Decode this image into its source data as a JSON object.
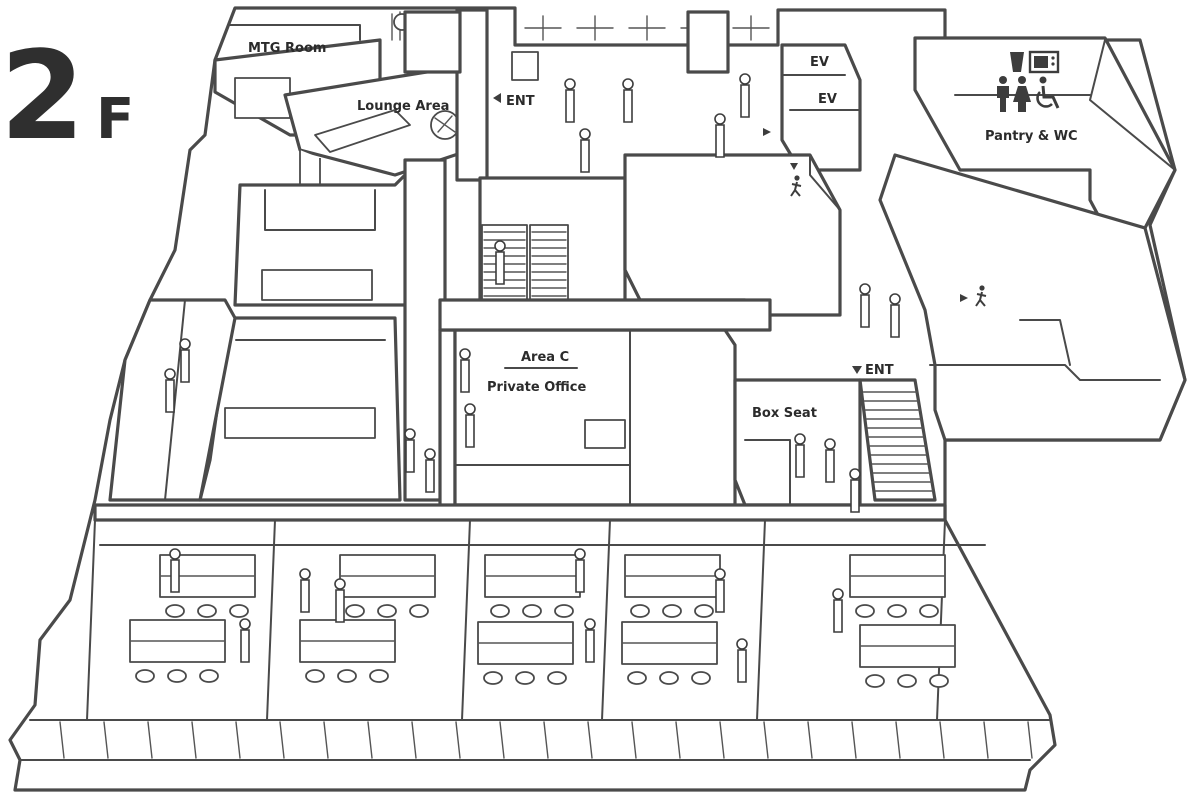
{
  "floor": {
    "number": "2",
    "suffix": "F"
  },
  "rooms": {
    "mtg_room": "MTG Room",
    "lounge_area": "Lounge Area",
    "pantry_wc": "Pantry & WC",
    "area_c_title": "Area C",
    "private_office": "Private Office",
    "box_seat": "Box Seat"
  },
  "elevators": [
    "EV",
    "EV"
  ],
  "entrances": {
    "top": "ENT",
    "right": "ENT"
  },
  "icons": {
    "pantry": [
      "cup-icon",
      "microwave-icon"
    ],
    "wc": [
      "male-icon",
      "female-icon",
      "wheelchair-icon"
    ],
    "exit": "emergency-exit-icon"
  },
  "colors": {
    "line": "#4a4a4a",
    "background": "#ffffff",
    "text": "#2b2b2b"
  }
}
